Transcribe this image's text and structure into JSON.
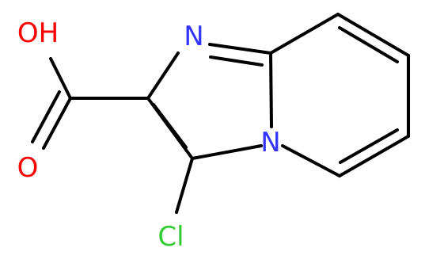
{
  "molecule": {
    "colors": {
      "bond": "#000000",
      "nitrogen": "#3333ff",
      "oxygen": "#ff0000",
      "chlorine": "#33cc33"
    },
    "atoms": {
      "n_imine": {
        "label": "N",
        "element": "N"
      },
      "n_bridge": {
        "label": "N",
        "element": "N"
      },
      "o_hydroxyl": {
        "label": "OH",
        "element": "O"
      },
      "o_carbonyl": {
        "label": "O",
        "element": "O"
      },
      "cl": {
        "label": "Cl",
        "element": "Cl"
      }
    }
  }
}
